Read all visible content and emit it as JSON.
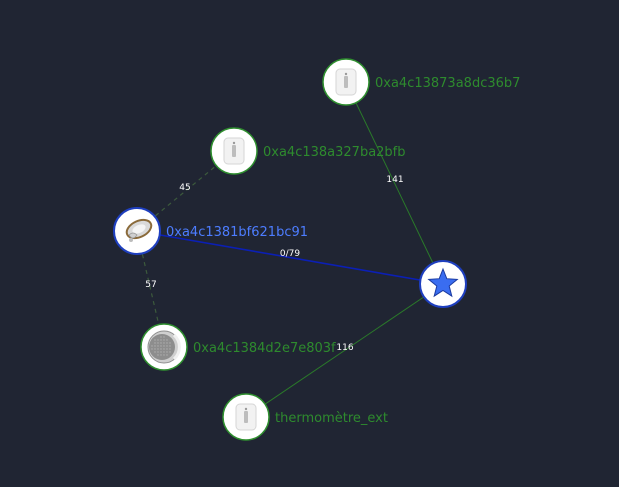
{
  "colors": {
    "background": "#202533",
    "edge_route": "#0b1fb5",
    "edge_normal": "#2a7a2a",
    "edge_dashed": "#3c5a3c",
    "label_green": "#2e8b2e",
    "label_blue": "#4d7dff",
    "node_border_green": "#2f8f2f",
    "node_border_blue": "#1e3fbf",
    "node_fill": "#ffffff",
    "star_fill": "#3a6df0",
    "edge_label_text": "#ffffff"
  },
  "nodes": [
    {
      "id": "coordinator",
      "label": "",
      "icon": "star-icon",
      "highlight": true
    },
    {
      "id": "n1",
      "label": "0xa4c13873a8dc36b7",
      "icon": "sensor-device-icon",
      "highlight": false
    },
    {
      "id": "n2",
      "label": "0xa4c138a327ba2bfb",
      "icon": "sensor-device-icon",
      "highlight": false
    },
    {
      "id": "n3",
      "label": "0xa4c1381bf621bc91",
      "icon": "smart-plug-icon",
      "highlight": true
    },
    {
      "id": "n4",
      "label": "0xa4c1384d2e7e803f",
      "icon": "round-sensor-icon",
      "highlight": false
    },
    {
      "id": "n5",
      "label": "thermomètre_ext",
      "icon": "sensor-device-icon",
      "highlight": false
    }
  ],
  "edges": [
    {
      "source": "coordinator",
      "target": "n3",
      "label": "0/79",
      "style": "route"
    },
    {
      "source": "coordinator",
      "target": "n1",
      "label": "141",
      "style": "solid"
    },
    {
      "source": "coordinator",
      "target": "n5",
      "label": "116",
      "style": "solid"
    },
    {
      "source": "n3",
      "target": "n2",
      "label": "45",
      "style": "dashed"
    },
    {
      "source": "n3",
      "target": "n4",
      "label": "57",
      "style": "dashed"
    }
  ]
}
